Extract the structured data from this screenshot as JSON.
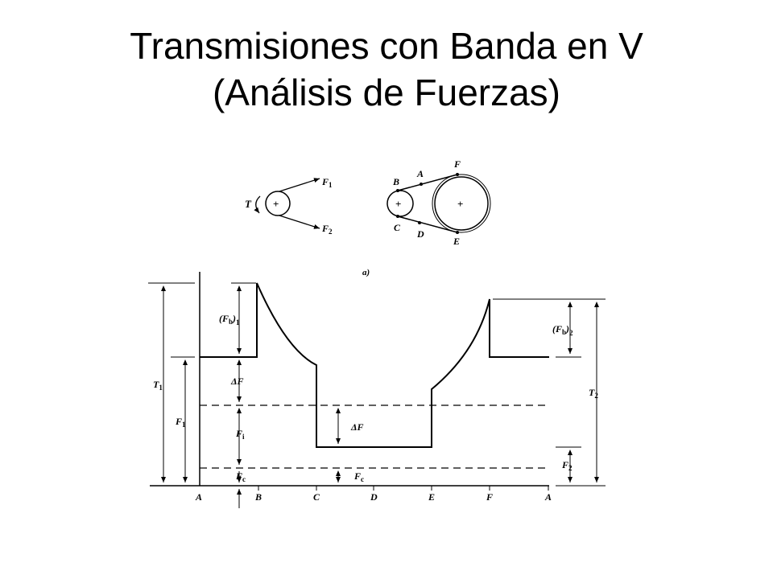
{
  "slide": {
    "title_line1": "Transmisiones con Banda en V",
    "title_line2": "(Análisis de Fuerzas)"
  },
  "figure": {
    "caption": "a)",
    "pulley_diagram": {
      "torque": "T",
      "f1": "F",
      "f1_sub": "1",
      "f2": "F",
      "f2_sub": "2",
      "plus": "+"
    },
    "belt_diagram": {
      "points": [
        "B",
        "A",
        "F",
        "C",
        "D",
        "E"
      ],
      "plus": "+"
    },
    "force_plot": {
      "x_labels": [
        "A",
        "B",
        "C",
        "D",
        "E",
        "F",
        "A"
      ],
      "labels": {
        "T1": "T",
        "T1_sub": "1",
        "F1": "F",
        "F1_sub": "1",
        "Fb1": "(F",
        "Fb1_b": "b",
        "Fb1_close": ")",
        "Fb1_sub": "1",
        "dF_left": "ΔF",
        "Fi": "F",
        "Fi_sub": "i",
        "Fc_left": "F",
        "Fc_left_sub": "c",
        "dF_mid": "ΔF",
        "Fc_mid": "F",
        "Fc_mid_sub": "c",
        "Fb2": "(F",
        "Fb2_b": "b",
        "Fb2_close": ")",
        "Fb2_sub": "2",
        "T2": "T",
        "T2_sub": "2",
        "F2": "F",
        "F2_sub": "2"
      }
    }
  }
}
